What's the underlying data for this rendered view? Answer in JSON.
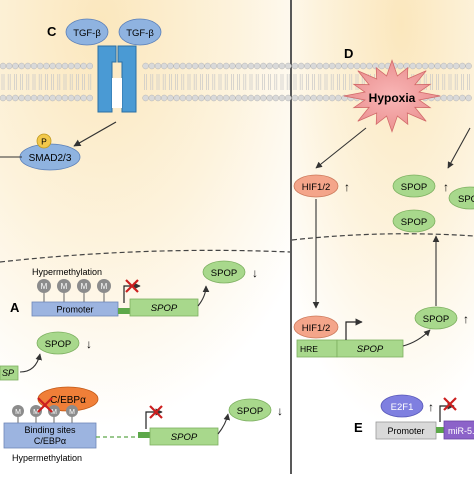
{
  "panels": {
    "c": {
      "letter": "C"
    },
    "d": {
      "letter": "D"
    },
    "a": {
      "letter": "A"
    },
    "e": {
      "letter": "E"
    }
  },
  "tgf": {
    "label": "TGF-β"
  },
  "smad": {
    "label": "SMAD2/3",
    "phospho": "P"
  },
  "hypoxia": {
    "label": "Hypoxia"
  },
  "hif": {
    "label": "HIF1/2",
    "arrow": "↑"
  },
  "spop": {
    "label": "SPOP",
    "label_cut": "SPO",
    "gene": "SPOP",
    "up": "↑",
    "down": "↓",
    "partial": "SP"
  },
  "methyl": {
    "label": "Hypermethylation",
    "mark": "M"
  },
  "promoter": {
    "label": "Promoter"
  },
  "cebp": {
    "label": "C/EBPα",
    "binding": "Binding sites",
    "binding2": "C/EBPα"
  },
  "hre": {
    "label": "HRE"
  },
  "e2f1": {
    "label": "E2F1"
  },
  "mir": {
    "label": "miR-5..."
  },
  "colors": {
    "membrane": "#d9d9d9",
    "receptor": "#4a9ad4",
    "ligand": "#8fb3e0",
    "smad": "#8fb3e0",
    "spop": "#a8d88c",
    "hif": "#f4a58a",
    "cebp": "#f07f38",
    "promoter": "#9cb4e0",
    "methyl": "#8c8c8c",
    "e2f1": "#7f7fe0",
    "inhibit": "#cc1f1f"
  }
}
